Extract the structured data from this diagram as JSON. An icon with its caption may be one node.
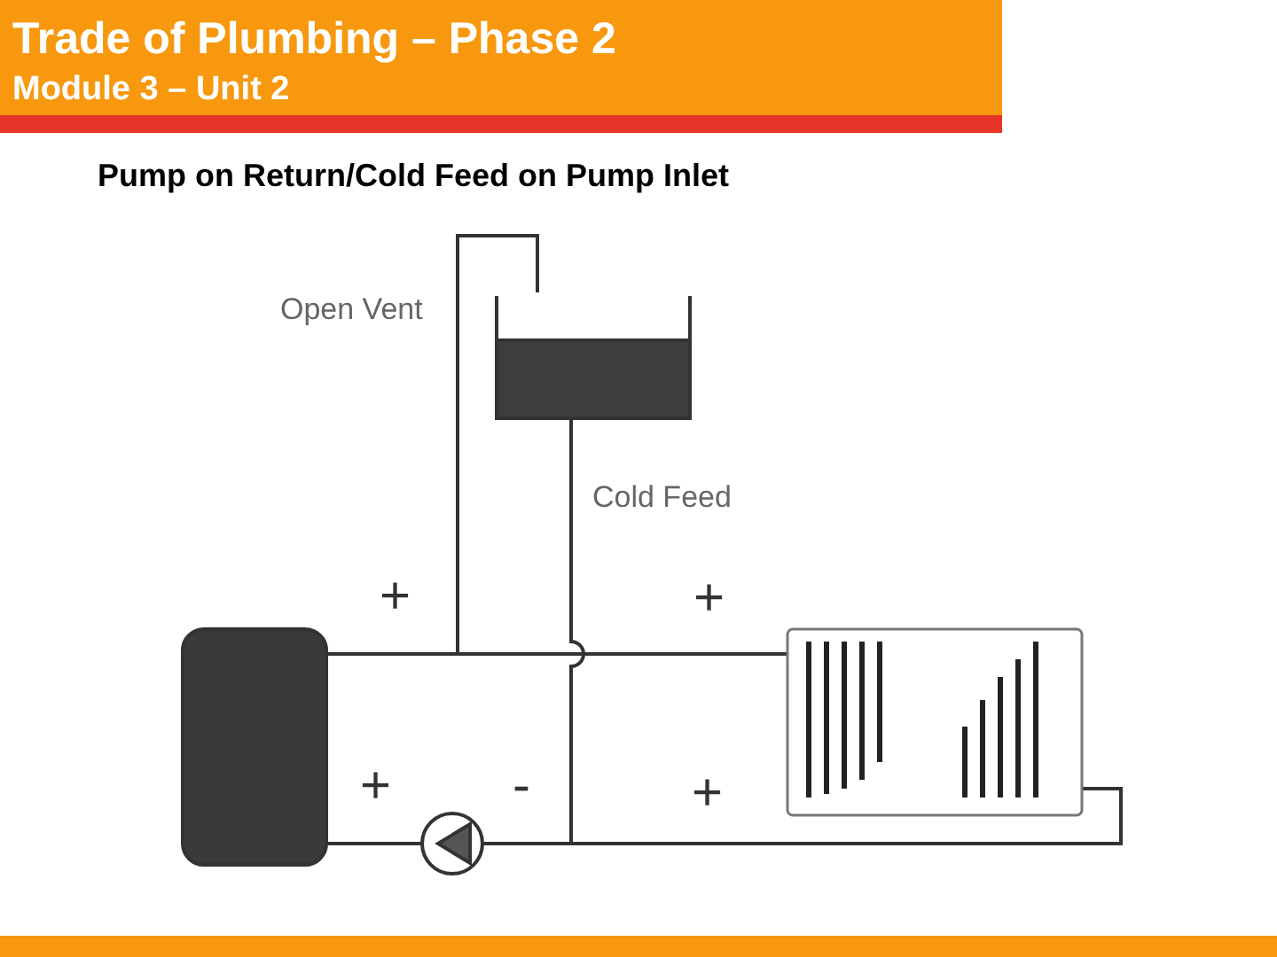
{
  "diagram": {
    "title": "Trade of Plumbing – Phase 2",
    "labels": [
      "Module 3 – Unit 2",
      "Pump on Return/Cold Feed on Pump Inlet",
      "Open Vent",
      "Cold Feed",
      "+",
      "+",
      "+",
      "-",
      "+"
    ]
  }
}
